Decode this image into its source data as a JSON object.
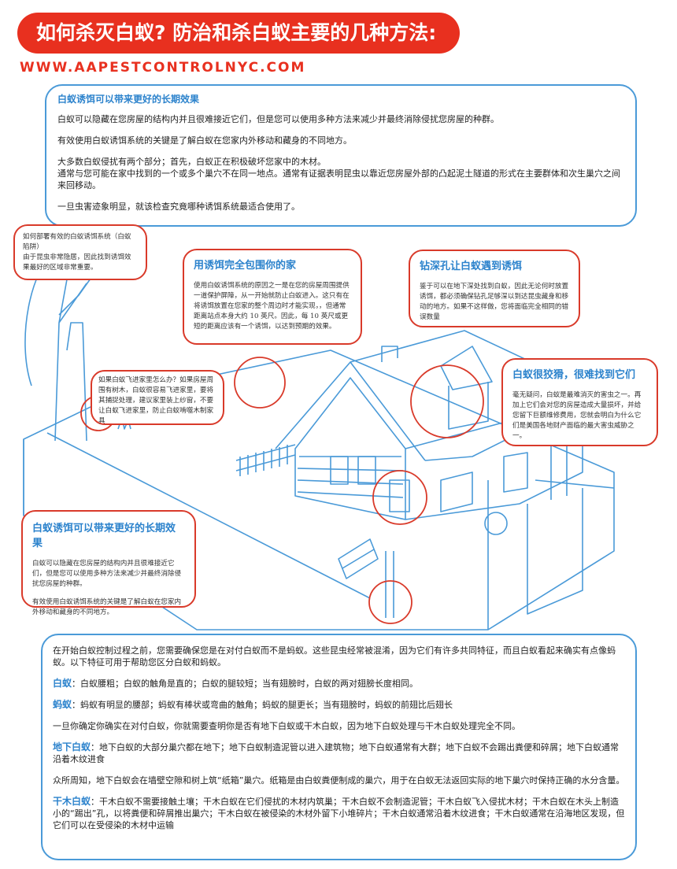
{
  "header": {
    "title": "如何杀灭白蚁? 防治和杀白蚁主要的几种方法:",
    "website": "WWW.AAPESTCONTROLNYC.COM"
  },
  "intro_box": {
    "heading": "白蚁诱饵可以带来更好的长期效果",
    "paragraphs": [
      "白蚁可以隐藏在您房屋的结构内并且很难接近它们，但是您可以使用多种方法来减少并最终消除侵扰您房屋的种群。",
      "有效使用白蚁诱饵系统的关键是了解白蚁在您家内外移动和藏身的不同地方。",
      "大多数白蚁侵扰有两个部分；首先，白蚁正在积极破坏您家中的木材。\n通常与您可能在家中找到的一个或多个巢穴不在同一地点。通常有证据表明昆虫以靠近您房屋外部的凸起泥土隧道的形式在主要群体和次生巢穴之间来回移动。",
      "一旦虫害迹象明显，就该检查究竟哪种诱饵系统最适合使用了。"
    ]
  },
  "callouts": {
    "deploy": {
      "text": "如何部署有效的白蚁诱饵系统（白蚁陷阱）\n由于昆虫非常隐居，因此找到诱饵效果最好的区域非常重要。"
    },
    "surround": {
      "heading": "用诱饵完全包围你的家",
      "text": "使用白蚁诱饵系统的原因之一是在您的房屋周围提供一道保护屏障，从一开始就防止白蚁进入。这只有在将诱饵放置在您家的整个周边时才能实现，，但通常距离站点本身大约 10 英尺。因此，每 10 英尺或更短的距离应该有一个诱饵，以达到预期的效果。"
    },
    "drill": {
      "heading": "钻深孔让白蚁遇到诱饵",
      "text": "鉴于可以在地下深处找到白蚁，因此无论何时放置诱饵，都必须确保钻孔足够深以到达昆虫藏身和移动的地方。如果不这样做，您将面临完全相同的错误数量"
    },
    "flying": {
      "text": "如果白蚁飞进家里怎么办？如果房屋周围有树木，白蚁很容易飞进家里，要将其捕捉处理，建议家里装上纱窗，不要让白蚁飞进家里，防止白蚁啃噬木制家具"
    },
    "cunning": {
      "heading": "白蚁很狡猾，很难找到它们",
      "text": "毫无疑问，白蚁是最难消灭的害虫之一。再加上它们会对您的房屋造成大量损坏，并给您留下巨额维修费用，您就会明白为什么它们是美国各地财产面临的最大害虫威胁之一。"
    },
    "bait_long": {
      "heading": "白蚁诱饵可以带来更好的长期效果",
      "text1": "白蚁可以隐藏在您房屋的结构内并且很难接近它们，但是您可以使用多种方法来减少并最终消除侵扰您房屋的种群。",
      "text2": "有效使用白蚁诱饵系统的关键是了解白蚁在您家内外移动和藏身的不同地方。"
    }
  },
  "bottom_box": {
    "p1": "在开始白蚁控制过程之前，您需要确保您是在对付白蚁而不是蚂蚁。这些昆虫经常被混淆，因为它们有许多共同特征，而且白蚁看起来确实有点像蚂蚁。以下特征可用于帮助您区分白蚁和蚂蚁。",
    "termite_kw": "白蚁",
    "termite_text": "：白蚁腰粗；白蚁的触角是直的；白蚁的腿较短；当有翅膀时，白蚁的两对翅膀长度相同。",
    "ant_kw": "蚂蚁",
    "ant_text": "：蚂蚁有明显的腰部；蚂蚁有棒状或弯曲的触角；蚂蚁的腿更长；当有翅膀时，蚂蚁的前翅比后翅长",
    "p_check": "一旦你确定你确实在对付白蚁，你就需要查明你是否有地下白蚁或干木白蚁，因为地下白蚁处理与干木白蚁处理完全不同。",
    "sub_kw": "地下白蚁",
    "sub_text": "：地下白蚁的大部分巢穴都在地下；地下白蚁制造泥管以进入建筑物；地下白蚁通常有大群；地下白蚁不会踢出粪便和碎屑；地下白蚁通常沿着木纹进食",
    "p_carton": "众所周知，地下白蚁会在墙壁空隙和树上筑“纸箱”巢穴。纸箱是由白蚁粪便制成的巢穴，用于在白蚁无法返回实际的地下巢穴时保持正确的水分含量。",
    "dry_kw": "干木白蚁",
    "dry_text": "：干木白蚁不需要接触土壤；干木白蚁在它们侵扰的木材内筑巢；干木白蚁不会制造泥管；干木白蚁飞入侵扰木材；干木白蚁在木头上制造小的“踢出”孔，以将粪便和碎屑推出巢穴；干木白蚁在被侵染的木材外留下小堆碎片；干木白蚁通常沿着木纹进食；干木白蚁通常在沿海地区发现，但它们可以在受侵染的木材中运输"
  },
  "colors": {
    "accent_red": "#e8301f",
    "accent_blue": "#4a9ad8"
  }
}
